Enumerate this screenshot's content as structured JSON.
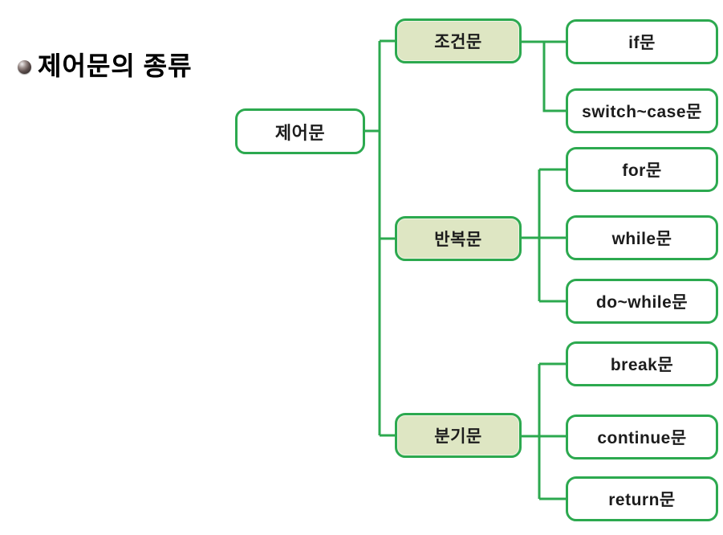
{
  "title": {
    "text": "제어문의 종류",
    "bullet_icon": "sphere-bullet-icon"
  },
  "colors": {
    "line_green": "#2ca94f",
    "branch_node_fill": "#dee6c3",
    "leaf_node_fill": "#ffffff",
    "text": "#1c1c1c"
  },
  "tree": {
    "root": {
      "label": "제어문"
    },
    "branches": [
      {
        "label": "조건문",
        "children": [
          {
            "label": "if문"
          },
          {
            "label": "switch~case문"
          }
        ]
      },
      {
        "label": "반복문",
        "children": [
          {
            "label": "for문"
          },
          {
            "label": "while문"
          },
          {
            "label": "do~while문"
          }
        ]
      },
      {
        "label": "분기문",
        "children": [
          {
            "label": "break문"
          },
          {
            "label": "continue문"
          },
          {
            "label": "return문"
          }
        ]
      }
    ]
  }
}
